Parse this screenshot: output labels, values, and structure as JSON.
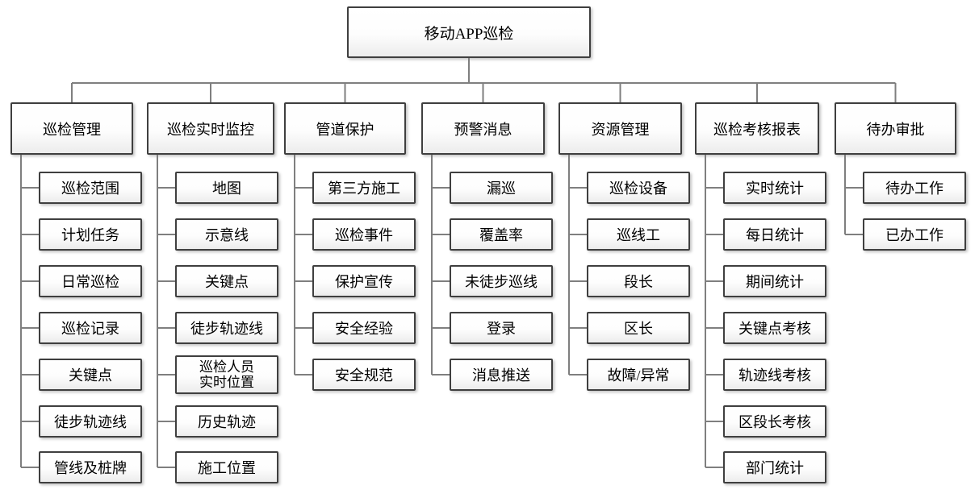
{
  "diagram": {
    "type": "org-tree",
    "root": {
      "label": "移动APP巡检"
    },
    "columns": [
      {
        "label": "巡检管理",
        "children": [
          {
            "label": "巡检范围"
          },
          {
            "label": "计划任务"
          },
          {
            "label": "日常巡检"
          },
          {
            "label": "巡检记录"
          },
          {
            "label": "关键点"
          },
          {
            "label": "徒步轨迹线"
          },
          {
            "label": "管线及桩牌"
          }
        ]
      },
      {
        "label": "巡检实时监控",
        "children": [
          {
            "label": "地图"
          },
          {
            "label": "示意线"
          },
          {
            "label": "关键点"
          },
          {
            "label": "徒步轨迹线"
          },
          {
            "label": "巡检人员\n实时位置",
            "tall": true
          },
          {
            "label": "历史轨迹"
          },
          {
            "label": "施工位置"
          }
        ]
      },
      {
        "label": "管道保护",
        "children": [
          {
            "label": "第三方施工"
          },
          {
            "label": "巡检事件"
          },
          {
            "label": "保护宣传"
          },
          {
            "label": "安全经验"
          },
          {
            "label": "安全规范"
          }
        ]
      },
      {
        "label": "预警消息",
        "children": [
          {
            "label": "漏巡"
          },
          {
            "label": "覆盖率"
          },
          {
            "label": "未徒步巡线"
          },
          {
            "label": "登录"
          },
          {
            "label": "消息推送"
          }
        ]
      },
      {
        "label": "资源管理",
        "children": [
          {
            "label": "巡检设备"
          },
          {
            "label": "巡线工"
          },
          {
            "label": "段长"
          },
          {
            "label": "区长"
          },
          {
            "label": "故障/异常"
          }
        ]
      },
      {
        "label": "巡检考核报表",
        "children": [
          {
            "label": "实时统计"
          },
          {
            "label": "每日统计"
          },
          {
            "label": "期间统计"
          },
          {
            "label": "关键点考核"
          },
          {
            "label": "轨迹线考核"
          },
          {
            "label": "区段长考核"
          },
          {
            "label": "部门统计"
          }
        ]
      },
      {
        "label": "待办审批",
        "children": [
          {
            "label": "待办工作"
          },
          {
            "label": "已办工作"
          }
        ]
      }
    ]
  },
  "colors": {
    "line": "#7f7f7f",
    "border": "#3f3f3f",
    "box_fill_top": "#ffffff",
    "box_fill_bottom": "#ececec",
    "text": "#000000",
    "background": "#ffffff"
  }
}
